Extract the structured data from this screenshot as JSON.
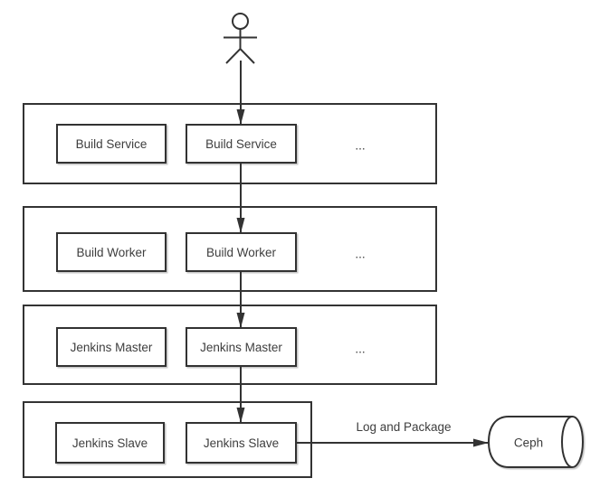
{
  "diagram": {
    "actor_icon": "stick-figure-actor",
    "tiers": [
      {
        "boxes": [
          "Build Service",
          "Build Service"
        ],
        "more": "..."
      },
      {
        "boxes": [
          "Build Worker",
          "Build Worker"
        ],
        "more": "..."
      },
      {
        "boxes": [
          "Jenkins Master",
          "Jenkins Master"
        ],
        "more": "..."
      },
      {
        "boxes": [
          "Jenkins Slave",
          "Jenkins Slave"
        ]
      }
    ],
    "flow_label": "Log and Package",
    "datastore_label": "Ceph",
    "colors": {
      "stroke": "#333333",
      "text": "#3e3e3e",
      "background": "#ffffff"
    }
  }
}
